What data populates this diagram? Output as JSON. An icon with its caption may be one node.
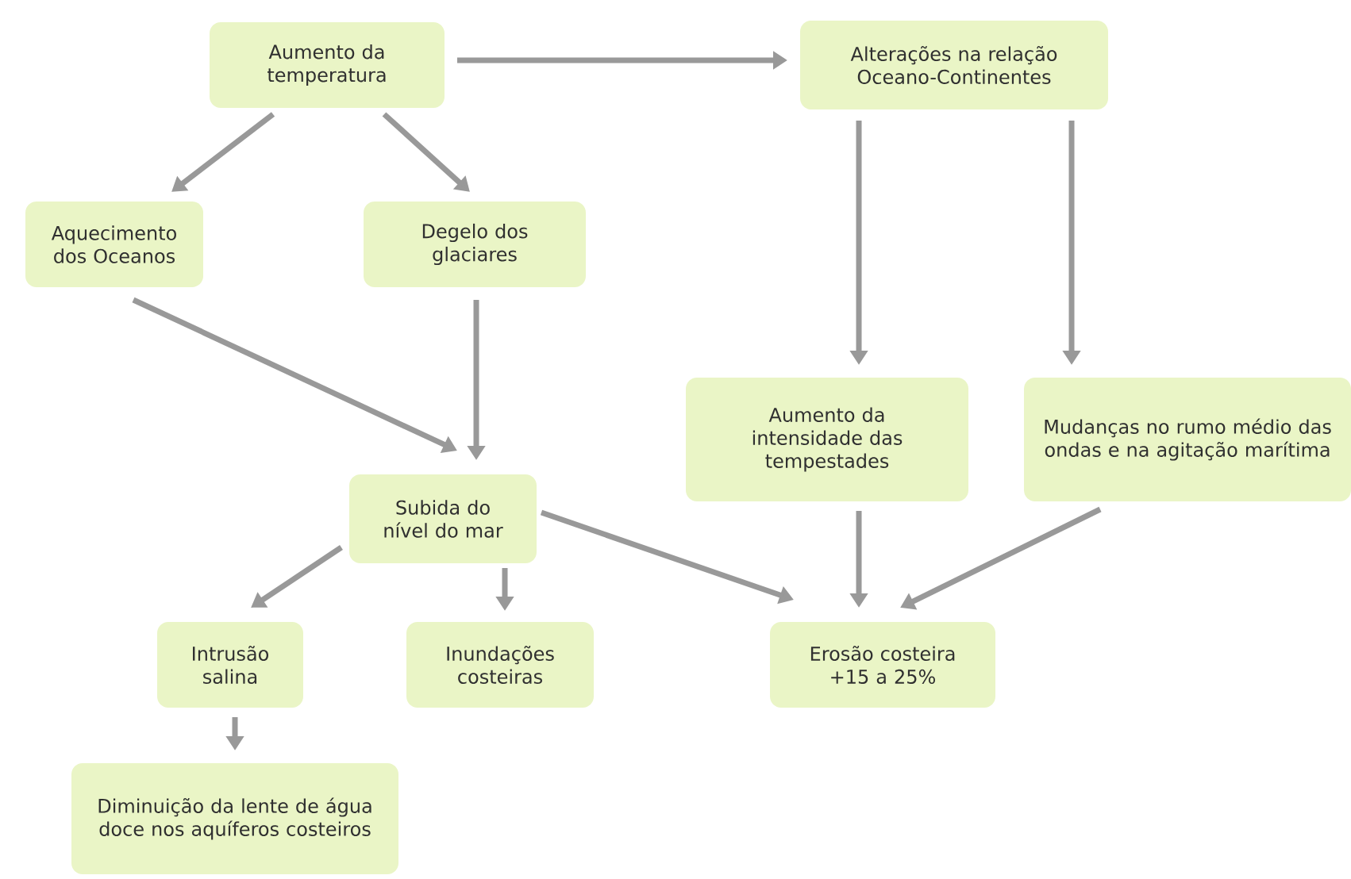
{
  "diagram": {
    "nodes": [
      {
        "text": [
          "Aumento da temperatura"
        ]
      },
      {
        "text": [
          "Alterações na relação Oceano-Continentes"
        ]
      },
      {
        "text": [
          "Aquecimento dos Oceanos"
        ]
      },
      {
        "text": [
          "Degelo dos glaciares"
        ]
      },
      {
        "text": [
          "Aumento da intensidade das tempestades"
        ]
      },
      {
        "text": [
          "Mudanças no rumo médio das ondas e na agitação marítima"
        ]
      },
      {
        "text": [
          "Subida do nível do mar"
        ]
      },
      {
        "text": [
          "Intrusão salina"
        ]
      },
      {
        "text": [
          "Inundações costeiras"
        ]
      },
      {
        "text": [
          "Erosão costeira +15 a 25%"
        ]
      },
      {
        "text": [
          "Diminuição da lente de água doce nos aquíferos costeiros"
        ]
      }
    ],
    "edges": [
      {
        "from": 0,
        "to": 1,
        "arrow": "to"
      },
      {
        "from": 0,
        "to": 2,
        "arrow": "to"
      },
      {
        "from": 0,
        "to": 3,
        "arrow": "to"
      },
      {
        "from": 2,
        "to": 6,
        "arrow": "to"
      },
      {
        "from": 3,
        "to": 6,
        "arrow": "to"
      },
      {
        "from": 1,
        "to": 4,
        "arrow": "to"
      },
      {
        "from": 1,
        "to": 5,
        "arrow": "to"
      },
      {
        "from": 6,
        "to": 7,
        "arrow": "to"
      },
      {
        "from": 6,
        "to": 8,
        "arrow": "to"
      },
      {
        "from": 6,
        "to": 9,
        "arrow": "to"
      },
      {
        "from": 4,
        "to": 9,
        "arrow": "to"
      },
      {
        "from": 5,
        "to": 9,
        "arrow": "to"
      },
      {
        "from": 7,
        "to": 10,
        "arrow": "to"
      }
    ]
  }
}
